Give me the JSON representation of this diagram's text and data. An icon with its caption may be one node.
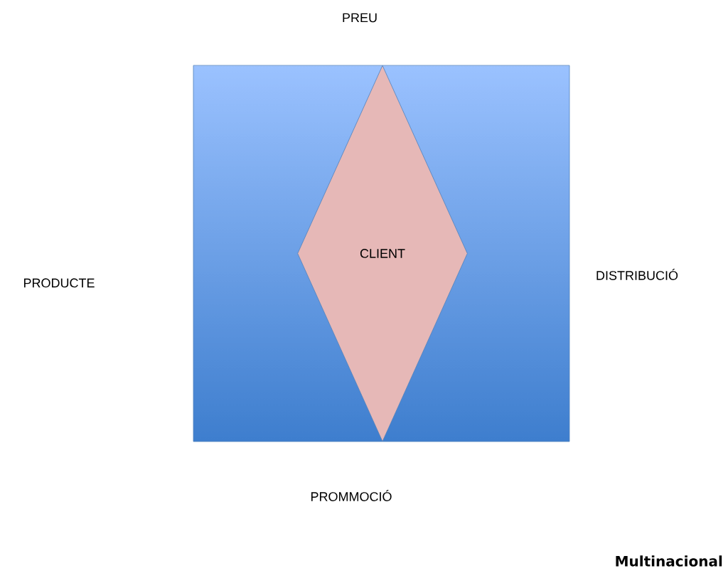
{
  "diagram": {
    "nodes": [
      {
        "text": [],
        "shape": "box"
      },
      {
        "text": [
          "CLIENT"
        ],
        "in": 0
      }
    ],
    "labels": [
      "PREU",
      "PRODUCTE",
      "DISTRIBUCIÓ",
      "PROMMOCIÓ",
      "Multinacional"
    ]
  }
}
